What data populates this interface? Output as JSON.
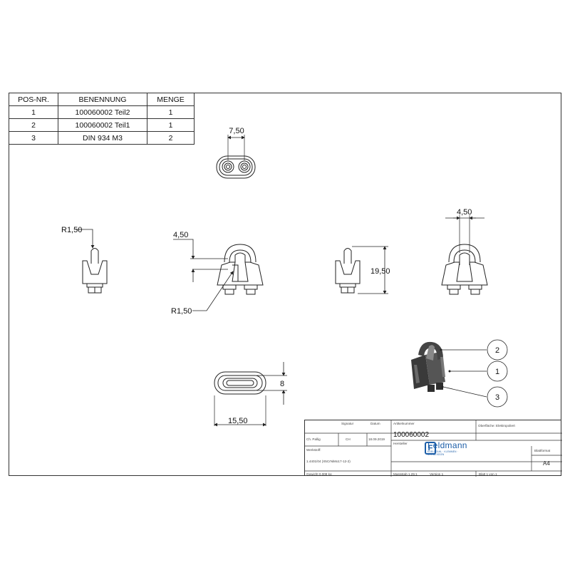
{
  "bom": {
    "headers": [
      "POS-NR.",
      "BENENNUNG",
      "MENGE"
    ],
    "rows": [
      [
        "1",
        "100060002 Teil2",
        "1"
      ],
      [
        "2",
        "100060002 Teil1",
        "1"
      ],
      [
        "3",
        "DIN 934 M3",
        "2"
      ]
    ]
  },
  "dimensions": {
    "top_width": "7,50",
    "left_radius": "R1,50",
    "front_slot": "4,50",
    "front_radius": "R1,50",
    "side_height": "19,50",
    "right_slot": "4,50",
    "bottom_height": "8",
    "bottom_width": "15,50"
  },
  "balloons": [
    "2",
    "1",
    "3"
  ],
  "title_block": {
    "drawn_by": "Ch. Pallig",
    "signature_label": "Signatur",
    "signature": "CH",
    "date_label": "Datum",
    "date": "18.09.2019",
    "article_label": "Artikelnummer",
    "article_number": "100060002",
    "surface_label": "Oberfläche:",
    "surface": "Elektropoliert",
    "material_label": "Werkstoff:",
    "material": "1.4401/04 (X5CrNiMo17-12-2)",
    "manufacturer_label": "Hersteller",
    "company_name": "Feldmann",
    "company_tag": "EDELSTAHL · KLEMMEN · SCHWEISSEN",
    "format_label": "Blattformat",
    "format": "A4",
    "weight": "Gewicht 0.008 kg",
    "scale": "Massstab 1.25:1",
    "version": "Version 1",
    "sheet": "Blatt 1 von 1"
  },
  "colors": {
    "line": "#333333",
    "brand": "#1c5ea8",
    "part_dark": "#3a3a3a"
  }
}
